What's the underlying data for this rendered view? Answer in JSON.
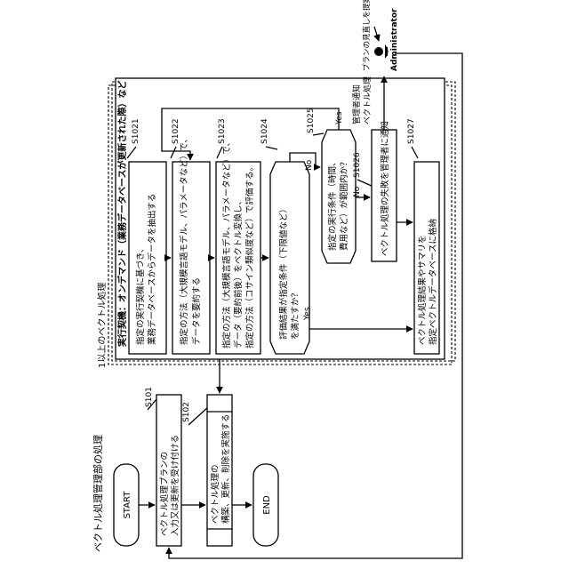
{
  "lane_main_title": "ベクトル処理管理部の処理",
  "steps": {
    "start": "START",
    "s101_id": "S101",
    "s101_l1": "ベクトル処理プランの",
    "s101_l2": "入力又は更新を受け付ける",
    "s102_id": "S102",
    "s102_l1": "ベクトル処理の",
    "s102_l2": "構築、更新、削除を実施する",
    "end": "END"
  },
  "group": {
    "outer_label": "1以上のベクトル処理",
    "trigger": "実行契機：オンデマンド（業務データベースが更新された際）など",
    "s1021_id": "S1021",
    "s1021_l1": "指定の実行契機に基づき、",
    "s1021_l2": "業務データベースからデータを抽出する",
    "s1022_id": "S1022",
    "s1022_l1": "指定の方法（大規模言語モデル、パラメータなど）で、",
    "s1022_l2": "データを要約する",
    "s1023_id": "S1023",
    "s1023_l1": "指定の方法（大規模言語モデル、パラメータなど）で、",
    "s1023_l2": "データ（要約前後）をベクトル変換し、",
    "s1023_l3": "指定の方法（コサイン類似度など）で評価する。",
    "s1024_id": "S1024",
    "s1024_l1": "評価結果が指定条件（下限値など）",
    "s1024_l2": "を満たすか？",
    "s1024_yes": "Yes",
    "s1024_no": "No",
    "s1025_id": "S1025",
    "s1025_l1": "指定の実行条件（時間、",
    "s1025_l2": "費用など）が範囲内か？",
    "s1025_yes": "Yes",
    "s1025_no": "No",
    "s1026_id": "S1026",
    "s1026_l1": "ベクトル処理の失敗を管理者に通知",
    "s1027_id": "S1027",
    "s1027_l1": "ベクトル処理結果やサマリを",
    "s1027_l2": "指定ベクトルデータベースに格納"
  },
  "admin": {
    "label": "Administrator",
    "notify_l1": "管理者通知",
    "notify_l2": "ベクトル処理",
    "proposal": "プランの見直しを提案"
  }
}
